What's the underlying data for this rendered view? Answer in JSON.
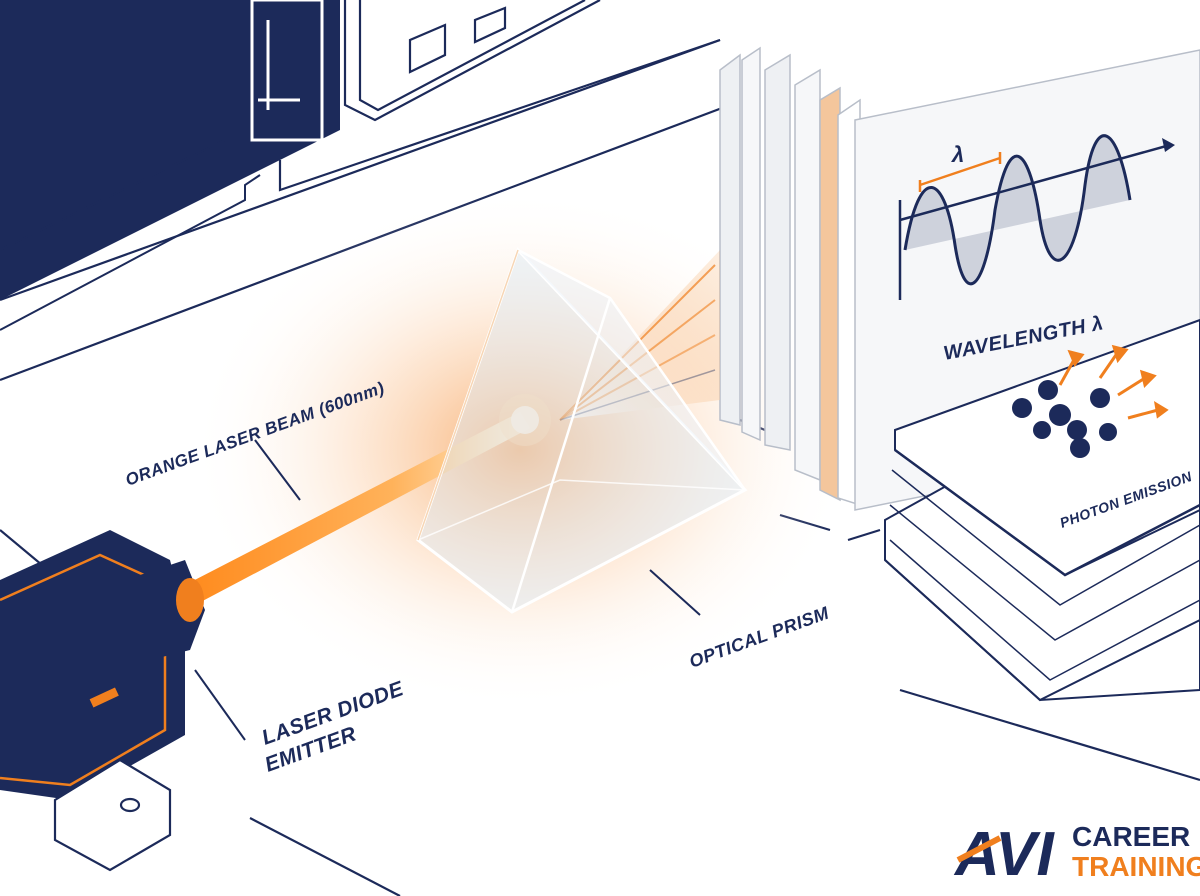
{
  "labels": {
    "beam": "ORANGE LASER BEAM (600nm)",
    "emitter_line1": "LASER DIODE",
    "emitter_line2": "EMITTER",
    "prism": "OPTICAL PRISM",
    "wavelength": "WAVELENGTH λ",
    "lambda": "λ",
    "photon": "PHOTON EMISSION"
  },
  "logo": {
    "mark": "AVI",
    "line1": "CAREER",
    "line2": "TRAINING"
  },
  "colors": {
    "navy": "#1c2a5a",
    "orange": "#f07f1e",
    "panel": "#f6f7f9",
    "line": "#1c2a5a"
  }
}
